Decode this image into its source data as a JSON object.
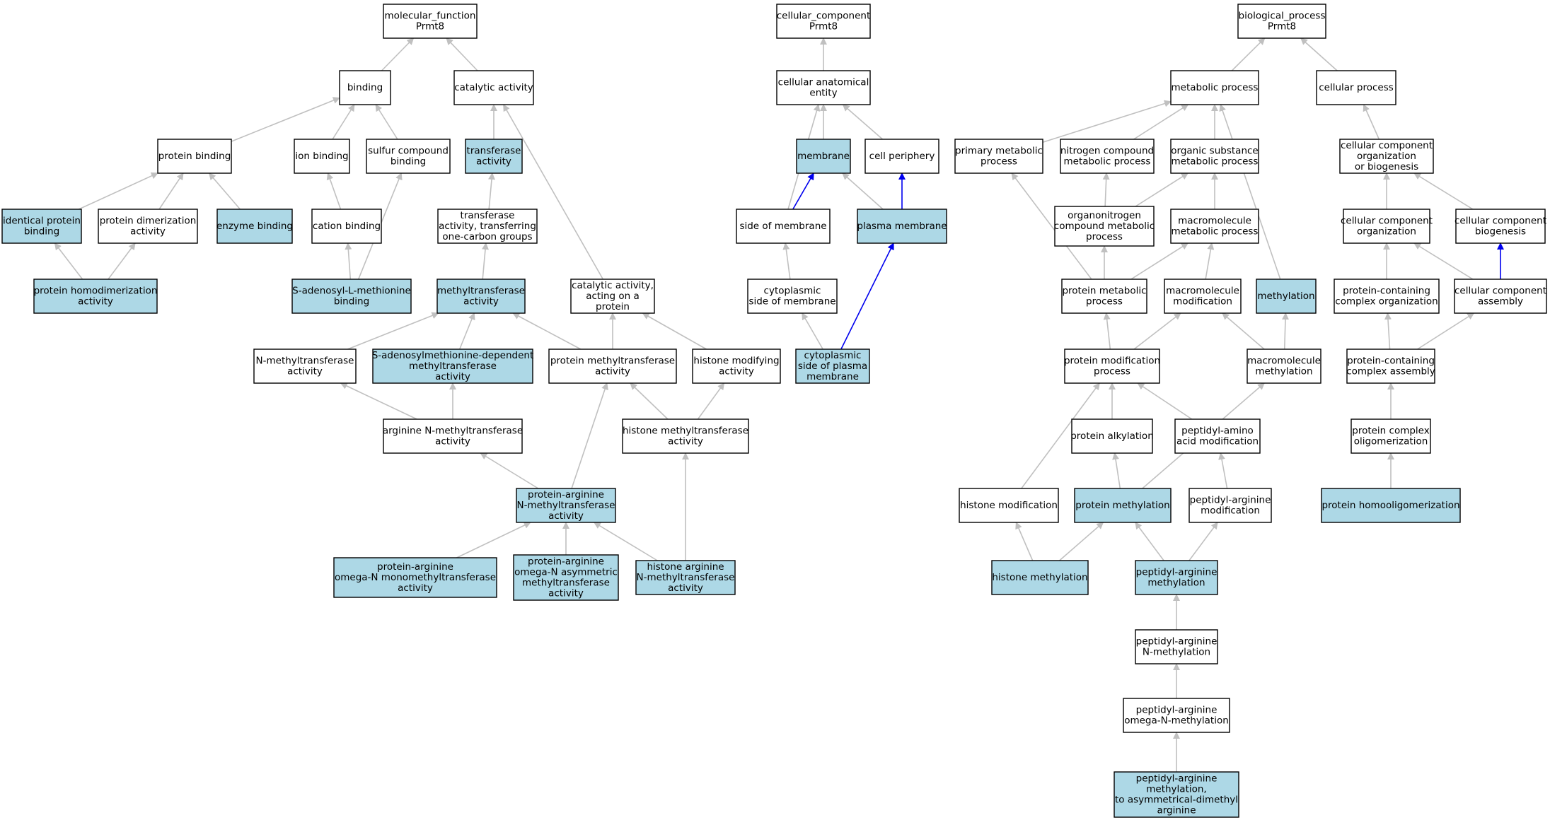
{
  "colors": {
    "annotated_fill": "#add8e6",
    "plain_fill": "#ffffff",
    "node_border": "#000000",
    "edge_default": "#c0c0c0",
    "edge_highlight": "#0000ee"
  },
  "nodes": [
    {
      "id": "mf_root",
      "lines": [
        "molecular_function",
        "Prmt8"
      ],
      "annotated": false
    },
    {
      "id": "binding",
      "lines": [
        "binding"
      ],
      "annotated": false
    },
    {
      "id": "catalytic",
      "lines": [
        "catalytic activity"
      ],
      "annotated": false
    },
    {
      "id": "protein_binding",
      "lines": [
        "protein binding"
      ],
      "annotated": false
    },
    {
      "id": "ion_binding",
      "lines": [
        "ion binding"
      ],
      "annotated": false
    },
    {
      "id": "sulfur_binding",
      "lines": [
        "sulfur compound",
        "binding"
      ],
      "annotated": false
    },
    {
      "id": "transferase",
      "lines": [
        "transferase",
        "activity"
      ],
      "annotated": true
    },
    {
      "id": "identical_protein",
      "lines": [
        "identical protein",
        "binding"
      ],
      "annotated": true
    },
    {
      "id": "protein_dimerization",
      "lines": [
        "protein dimerization",
        "activity"
      ],
      "annotated": false
    },
    {
      "id": "enzyme_binding",
      "lines": [
        "enzyme binding"
      ],
      "annotated": true
    },
    {
      "id": "cation_binding",
      "lines": [
        "cation binding"
      ],
      "annotated": false
    },
    {
      "id": "transferase_one_carbon",
      "lines": [
        "transferase",
        "activity, transferring",
        "one-carbon groups"
      ],
      "annotated": false
    },
    {
      "id": "protein_homodimerization",
      "lines": [
        "protein homodimerization",
        "activity"
      ],
      "annotated": true
    },
    {
      "id": "sam_binding",
      "lines": [
        "S-adenosyl-L-methionine",
        "binding"
      ],
      "annotated": true
    },
    {
      "id": "methyltransferase",
      "lines": [
        "methyltransferase",
        "activity"
      ],
      "annotated": true
    },
    {
      "id": "catalytic_on_protein",
      "lines": [
        "catalytic activity,",
        "acting on a",
        "protein"
      ],
      "annotated": false
    },
    {
      "id": "n_methyltransferase",
      "lines": [
        "N-methyltransferase",
        "activity"
      ],
      "annotated": false
    },
    {
      "id": "sam_dependent",
      "lines": [
        "S-adenosylmethionine-dependent",
        "methyltransferase",
        "activity"
      ],
      "annotated": true
    },
    {
      "id": "protein_methyltransferase",
      "lines": [
        "protein methyltransferase",
        "activity"
      ],
      "annotated": false
    },
    {
      "id": "histone_modifying",
      "lines": [
        "histone modifying",
        "activity"
      ],
      "annotated": false
    },
    {
      "id": "arginine_nmt",
      "lines": [
        "arginine N-methyltransferase",
        "activity"
      ],
      "annotated": false
    },
    {
      "id": "histone_mt",
      "lines": [
        "histone methyltransferase",
        "activity"
      ],
      "annotated": false
    },
    {
      "id": "prmt_activity",
      "lines": [
        "protein-arginine",
        "N-methyltransferase",
        "activity"
      ],
      "annotated": true
    },
    {
      "id": "prmt_mono",
      "lines": [
        "protein-arginine",
        "omega-N monomethyltransferase",
        "activity"
      ],
      "annotated": true
    },
    {
      "id": "prmt_asym",
      "lines": [
        "protein-arginine",
        "omega-N asymmetric",
        "methyltransferase",
        "activity"
      ],
      "annotated": true
    },
    {
      "id": "histone_arg_nmt",
      "lines": [
        "histone arginine",
        "N-methyltransferase",
        "activity"
      ],
      "annotated": true
    },
    {
      "id": "cc_root",
      "lines": [
        "cellular_component",
        "Prmt8"
      ],
      "annotated": false
    },
    {
      "id": "cell_anat",
      "lines": [
        "cellular anatomical",
        "entity"
      ],
      "annotated": false
    },
    {
      "id": "membrane",
      "lines": [
        "membrane"
      ],
      "annotated": true
    },
    {
      "id": "cell_periphery",
      "lines": [
        "cell periphery"
      ],
      "annotated": false
    },
    {
      "id": "side_of_membrane",
      "lines": [
        "side of membrane"
      ],
      "annotated": false
    },
    {
      "id": "plasma_membrane",
      "lines": [
        "plasma membrane"
      ],
      "annotated": true
    },
    {
      "id": "cyto_side_membrane",
      "lines": [
        "cytoplasmic",
        "side of membrane"
      ],
      "annotated": false
    },
    {
      "id": "cyto_side_plasma",
      "lines": [
        "cytoplasmic",
        "side of plasma",
        "membrane"
      ],
      "annotated": true
    },
    {
      "id": "bp_root",
      "lines": [
        "biological_process",
        "Prmt8"
      ],
      "annotated": false
    },
    {
      "id": "metabolic",
      "lines": [
        "metabolic process"
      ],
      "annotated": false
    },
    {
      "id": "cellular_process",
      "lines": [
        "cellular process"
      ],
      "annotated": false
    },
    {
      "id": "primary_metabolic",
      "lines": [
        "primary metabolic",
        "process"
      ],
      "annotated": false
    },
    {
      "id": "nitrogen_metabolic",
      "lines": [
        "nitrogen compound",
        "metabolic process"
      ],
      "annotated": false
    },
    {
      "id": "organic_metabolic",
      "lines": [
        "organic substance",
        "metabolic process"
      ],
      "annotated": false
    },
    {
      "id": "cc_org_biogenesis",
      "lines": [
        "cellular component",
        "organization",
        "or biogenesis"
      ],
      "annotated": false
    },
    {
      "id": "organonitrogen",
      "lines": [
        "organonitrogen",
        "compound metabolic",
        "process"
      ],
      "annotated": false
    },
    {
      "id": "macromolecule_metabolic",
      "lines": [
        "macromolecule",
        "metabolic process"
      ],
      "annotated": false
    },
    {
      "id": "cc_organization",
      "lines": [
        "cellular component",
        "organization"
      ],
      "annotated": false
    },
    {
      "id": "cc_biogenesis",
      "lines": [
        "cellular component",
        "biogenesis"
      ],
      "annotated": false
    },
    {
      "id": "protein_metabolic",
      "lines": [
        "protein metabolic",
        "process"
      ],
      "annotated": false
    },
    {
      "id": "macromolecule_mod",
      "lines": [
        "macromolecule",
        "modification"
      ],
      "annotated": false
    },
    {
      "id": "methylation",
      "lines": [
        "methylation"
      ],
      "annotated": true
    },
    {
      "id": "pc_organization",
      "lines": [
        "protein-containing",
        "complex organization"
      ],
      "annotated": false
    },
    {
      "id": "cc_assembly",
      "lines": [
        "cellular component",
        "assembly"
      ],
      "annotated": false
    },
    {
      "id": "protein_mod_process",
      "lines": [
        "protein modification",
        "process"
      ],
      "annotated": false
    },
    {
      "id": "macromolecule_methylation",
      "lines": [
        "macromolecule",
        "methylation"
      ],
      "annotated": false
    },
    {
      "id": "pc_assembly",
      "lines": [
        "protein-containing",
        "complex assembly"
      ],
      "annotated": false
    },
    {
      "id": "protein_alkylation",
      "lines": [
        "protein alkylation"
      ],
      "annotated": false
    },
    {
      "id": "peptidyl_amino_mod",
      "lines": [
        "peptidyl-amino",
        "acid modification"
      ],
      "annotated": false
    },
    {
      "id": "protein_complex_oligo",
      "lines": [
        "protein complex",
        "oligomerization"
      ],
      "annotated": false
    },
    {
      "id": "histone_modification",
      "lines": [
        "histone modification"
      ],
      "annotated": false
    },
    {
      "id": "protein_methylation",
      "lines": [
        "protein methylation"
      ],
      "annotated": true
    },
    {
      "id": "peptidyl_arg_mod",
      "lines": [
        "peptidyl-arginine",
        "modification"
      ],
      "annotated": false
    },
    {
      "id": "protein_homooligo",
      "lines": [
        "protein homooligomerization"
      ],
      "annotated": true
    },
    {
      "id": "histone_methylation",
      "lines": [
        "histone methylation"
      ],
      "annotated": true
    },
    {
      "id": "peptidyl_arg_methylation",
      "lines": [
        "peptidyl-arginine",
        "methylation"
      ],
      "annotated": true
    },
    {
      "id": "peptidyl_arg_n_methylation",
      "lines": [
        "peptidyl-arginine",
        "N-methylation"
      ],
      "annotated": false
    },
    {
      "id": "peptidyl_arg_omega",
      "lines": [
        "peptidyl-arginine",
        "omega-N-methylation"
      ],
      "annotated": false
    },
    {
      "id": "peptidyl_arg_asym",
      "lines": [
        "peptidyl-arginine",
        "methylation,",
        "to asymmetrical-dimethyl",
        "arginine"
      ],
      "annotated": true
    }
  ],
  "edges": [
    {
      "from": "binding",
      "to": "mf_root"
    },
    {
      "from": "catalytic",
      "to": "mf_root"
    },
    {
      "from": "protein_binding",
      "to": "binding"
    },
    {
      "from": "ion_binding",
      "to": "binding"
    },
    {
      "from": "sulfur_binding",
      "to": "binding"
    },
    {
      "from": "transferase",
      "to": "catalytic"
    },
    {
      "from": "catalytic_on_protein",
      "to": "catalytic"
    },
    {
      "from": "identical_protein",
      "to": "protein_binding"
    },
    {
      "from": "protein_dimerization",
      "to": "protein_binding"
    },
    {
      "from": "enzyme_binding",
      "to": "protein_binding"
    },
    {
      "from": "cation_binding",
      "to": "ion_binding"
    },
    {
      "from": "transferase_one_carbon",
      "to": "transferase"
    },
    {
      "from": "protein_homodimerization",
      "to": "identical_protein"
    },
    {
      "from": "protein_homodimerization",
      "to": "protein_dimerization"
    },
    {
      "from": "sam_binding",
      "to": "cation_binding"
    },
    {
      "from": "sam_binding",
      "to": "sulfur_binding"
    },
    {
      "from": "methyltransferase",
      "to": "transferase_one_carbon"
    },
    {
      "from": "n_methyltransferase",
      "to": "methyltransferase"
    },
    {
      "from": "sam_dependent",
      "to": "methyltransferase"
    },
    {
      "from": "protein_methyltransferase",
      "to": "methyltransferase"
    },
    {
      "from": "protein_methyltransferase",
      "to": "catalytic_on_protein"
    },
    {
      "from": "histone_modifying",
      "to": "catalytic_on_protein"
    },
    {
      "from": "arginine_nmt",
      "to": "n_methyltransferase"
    },
    {
      "from": "arginine_nmt",
      "to": "sam_dependent"
    },
    {
      "from": "histone_mt",
      "to": "protein_methyltransferase"
    },
    {
      "from": "histone_mt",
      "to": "histone_modifying"
    },
    {
      "from": "prmt_activity",
      "to": "arginine_nmt"
    },
    {
      "from": "prmt_activity",
      "to": "protein_methyltransferase"
    },
    {
      "from": "prmt_mono",
      "to": "prmt_activity"
    },
    {
      "from": "prmt_asym",
      "to": "prmt_activity"
    },
    {
      "from": "histone_arg_nmt",
      "to": "prmt_activity"
    },
    {
      "from": "histone_arg_nmt",
      "to": "histone_mt"
    },
    {
      "from": "cell_anat",
      "to": "cc_root"
    },
    {
      "from": "membrane",
      "to": "cell_anat"
    },
    {
      "from": "cell_periphery",
      "to": "cell_anat"
    },
    {
      "from": "side_of_membrane",
      "to": "cell_anat"
    },
    {
      "from": "side_of_membrane",
      "to": "membrane",
      "highlight": true
    },
    {
      "from": "plasma_membrane",
      "to": "membrane"
    },
    {
      "from": "plasma_membrane",
      "to": "cell_periphery",
      "highlight": true
    },
    {
      "from": "cyto_side_membrane",
      "to": "side_of_membrane"
    },
    {
      "from": "cyto_side_plasma",
      "to": "cyto_side_membrane"
    },
    {
      "from": "cyto_side_plasma",
      "to": "plasma_membrane",
      "highlight": true
    },
    {
      "from": "metabolic",
      "to": "bp_root"
    },
    {
      "from": "cellular_process",
      "to": "bp_root"
    },
    {
      "from": "primary_metabolic",
      "to": "metabolic"
    },
    {
      "from": "nitrogen_metabolic",
      "to": "metabolic"
    },
    {
      "from": "organic_metabolic",
      "to": "metabolic"
    },
    {
      "from": "methylation",
      "to": "metabolic"
    },
    {
      "from": "cc_org_biogenesis",
      "to": "cellular_process"
    },
    {
      "from": "organonitrogen",
      "to": "nitrogen_metabolic"
    },
    {
      "from": "organonitrogen",
      "to": "organic_metabolic"
    },
    {
      "from": "macromolecule_metabolic",
      "to": "organic_metabolic"
    },
    {
      "from": "cc_organization",
      "to": "cc_org_biogenesis"
    },
    {
      "from": "cc_biogenesis",
      "to": "cc_org_biogenesis"
    },
    {
      "from": "protein_metabolic",
      "to": "primary_metabolic"
    },
    {
      "from": "protein_metabolic",
      "to": "organonitrogen"
    },
    {
      "from": "protein_metabolic",
      "to": "macromolecule_metabolic"
    },
    {
      "from": "macromolecule_mod",
      "to": "macromolecule_metabolic"
    },
    {
      "from": "pc_organization",
      "to": "cc_organization"
    },
    {
      "from": "cc_assembly",
      "to": "cc_organization"
    },
    {
      "from": "cc_assembly",
      "to": "cc_biogenesis",
      "highlight": true
    },
    {
      "from": "protein_mod_process",
      "to": "protein_metabolic"
    },
    {
      "from": "protein_mod_process",
      "to": "macromolecule_mod"
    },
    {
      "from": "macromolecule_methylation",
      "to": "macromolecule_mod"
    },
    {
      "from": "macromolecule_methylation",
      "to": "methylation"
    },
    {
      "from": "pc_assembly",
      "to": "pc_organization"
    },
    {
      "from": "pc_assembly",
      "to": "cc_assembly"
    },
    {
      "from": "protein_alkylation",
      "to": "protein_mod_process"
    },
    {
      "from": "peptidyl_amino_mod",
      "to": "protein_mod_process"
    },
    {
      "from": "protein_complex_oligo",
      "to": "pc_assembly"
    },
    {
      "from": "histone_modification",
      "to": "protein_mod_process"
    },
    {
      "from": "protein_methylation",
      "to": "protein_alkylation"
    },
    {
      "from": "protein_methylation",
      "to": "macromolecule_methylation"
    },
    {
      "from": "peptidyl_arg_mod",
      "to": "peptidyl_amino_mod"
    },
    {
      "from": "protein_homooligo",
      "to": "protein_complex_oligo"
    },
    {
      "from": "histone_methylation",
      "to": "histone_modification"
    },
    {
      "from": "histone_methylation",
      "to": "protein_methylation"
    },
    {
      "from": "peptidyl_arg_methylation",
      "to": "protein_methylation"
    },
    {
      "from": "peptidyl_arg_methylation",
      "to": "peptidyl_arg_mod"
    },
    {
      "from": "peptidyl_arg_n_methylation",
      "to": "peptidyl_arg_methylation"
    },
    {
      "from": "peptidyl_arg_omega",
      "to": "peptidyl_arg_n_methylation"
    },
    {
      "from": "peptidyl_arg_asym",
      "to": "peptidyl_arg_omega"
    }
  ]
}
